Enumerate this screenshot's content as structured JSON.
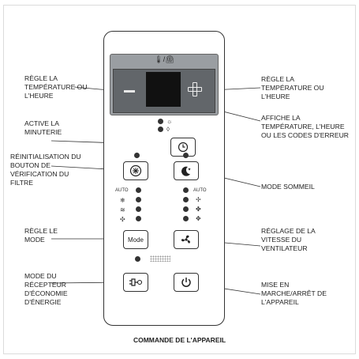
{
  "caption": "COMMANDE DE L'APPAREIL",
  "labels": {
    "temp_left": "RÈGLE LA TEMPÉRATURE OU L'HEURE",
    "temp_right": "RÈGLE LA TEMPÉRATURE OU L'HEURE",
    "display": "AFFICHE LA TEMPÉRATURE, L'HEURE OU LES CODES D'ERREUR",
    "timer": "ACTIVE LA MINUTERIE",
    "filter": "RÉINITIALISATION DU BOUTON DE VÉRIFICATION DU FILTRE",
    "sleep": "MODE SOMMEIL",
    "mode": "RÈGLE LE MODE",
    "fan": "RÉGLAGE DE LA VITESSE DU VENTILATEUR",
    "eco": "MODE DU RÉCEPTEUR D'ÉCONOMIE D'ÉNERGIE",
    "power": "MISE EN MARCHE/ARRÊT DE L'APPAREIL"
  },
  "remote": {
    "display_icons": "🌡/⏲",
    "mode_button": "Mode",
    "auto_left": "AUTO",
    "auto_right": "AUTO"
  },
  "icons": [
    "thermometer-icon",
    "clock-icon",
    "minus-icon",
    "plus-icon",
    "timer-icon",
    "filter-icon",
    "sleep-moon-icon",
    "fan-icon",
    "eco-plug-icon",
    "power-icon"
  ]
}
